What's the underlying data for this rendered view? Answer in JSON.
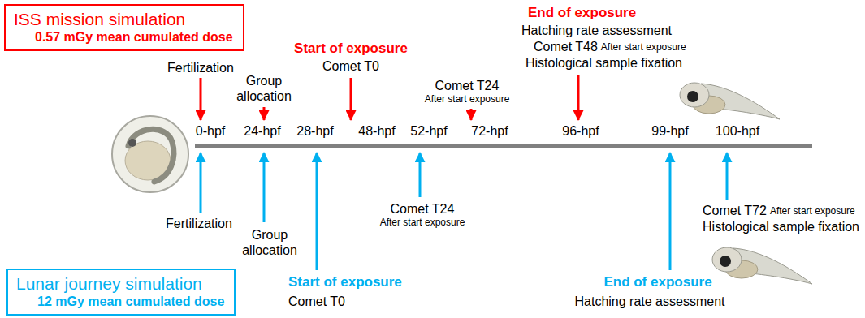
{
  "diagram": {
    "nodes": [
      {
        "text": [
          "ISS mission simulation",
          "0.57 mGy mean cumulated dose"
        ]
      },
      {
        "text": [
          "Lunar journey simulation",
          "12 mGy mean cumulated dose"
        ]
      }
    ],
    "labels": [
      "Fertilization",
      "Group allocation",
      "Start of exposure",
      "Comet T0",
      "Comet T24",
      "After start exposure",
      "End of exposure",
      "Hatching rate assessment",
      "Comet T48",
      "After start exposure",
      "Histological sample fixation",
      "0-hpf",
      "24-hpf",
      "28-hpf",
      "48-hpf",
      "52-hpf",
      "72-hpf",
      "96-hpf",
      "99-hpf",
      "100-hpf",
      "Fertilization",
      "Group allocation",
      "Comet T24",
      "After start exposure",
      "Start of exposure",
      "Comet T0",
      "End of exposure",
      "Hatching rate assessment",
      "Comet T72",
      "After start exposure",
      "Histological sample fixation"
    ]
  }
}
